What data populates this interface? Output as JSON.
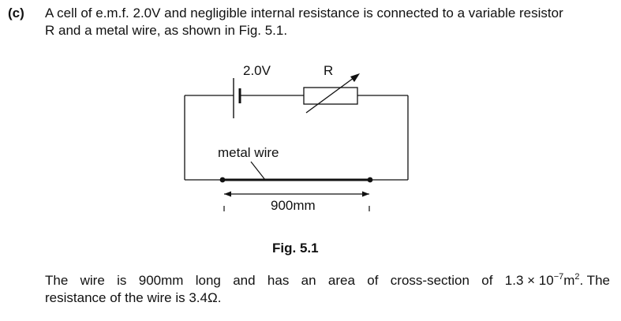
{
  "question": {
    "label": "(c)",
    "line1": "A cell of e.m.f. 2.0V and negligible internal resistance is connected to a variable resistor",
    "line2": "R and a metal wire, as shown in Fig. 5.1."
  },
  "diagram": {
    "cell_label": "2.0V",
    "resistor_label": "R",
    "wire_label": "metal wire",
    "length_label": "900mm"
  },
  "figure": {
    "caption": "Fig. 5.1"
  },
  "paragraph": {
    "line1_words": [
      "The",
      "wire",
      "is",
      "900mm",
      "long",
      "and",
      "has",
      "an",
      "area",
      "of",
      "cross-section",
      "of",
      "1.3 × 10"
    ],
    "exponent": "−7",
    "unit": "m",
    "unit_exponent": "2",
    "tail": ". The",
    "line2": "resistance of the wire is 3.4Ω."
  }
}
